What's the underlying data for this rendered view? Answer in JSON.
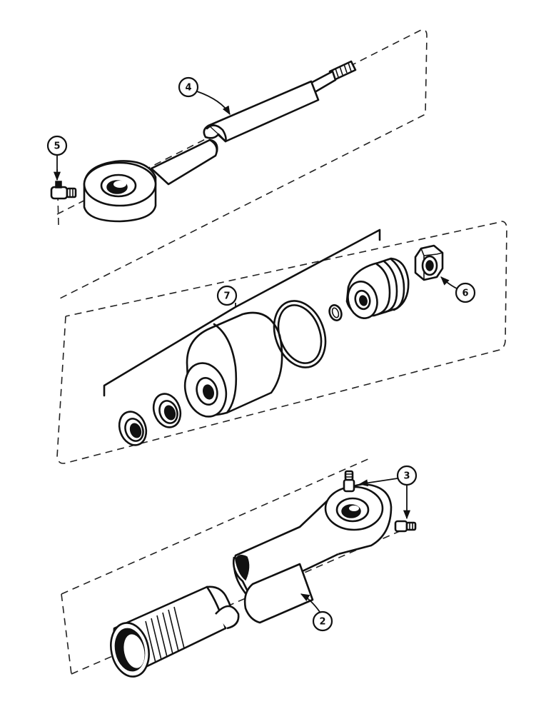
{
  "callouts": [
    {
      "id": "2",
      "label": "2",
      "part": "cylinder-barrel"
    },
    {
      "id": "3",
      "label": "3",
      "part": "grease-fittings"
    },
    {
      "id": "4",
      "label": "4",
      "part": "piston-rod"
    },
    {
      "id": "5",
      "label": "5",
      "part": "rod-grease-fitting"
    },
    {
      "id": "6",
      "label": "6",
      "part": "piston-nut"
    },
    {
      "id": "7",
      "label": "7",
      "part": "seal-kit"
    }
  ]
}
